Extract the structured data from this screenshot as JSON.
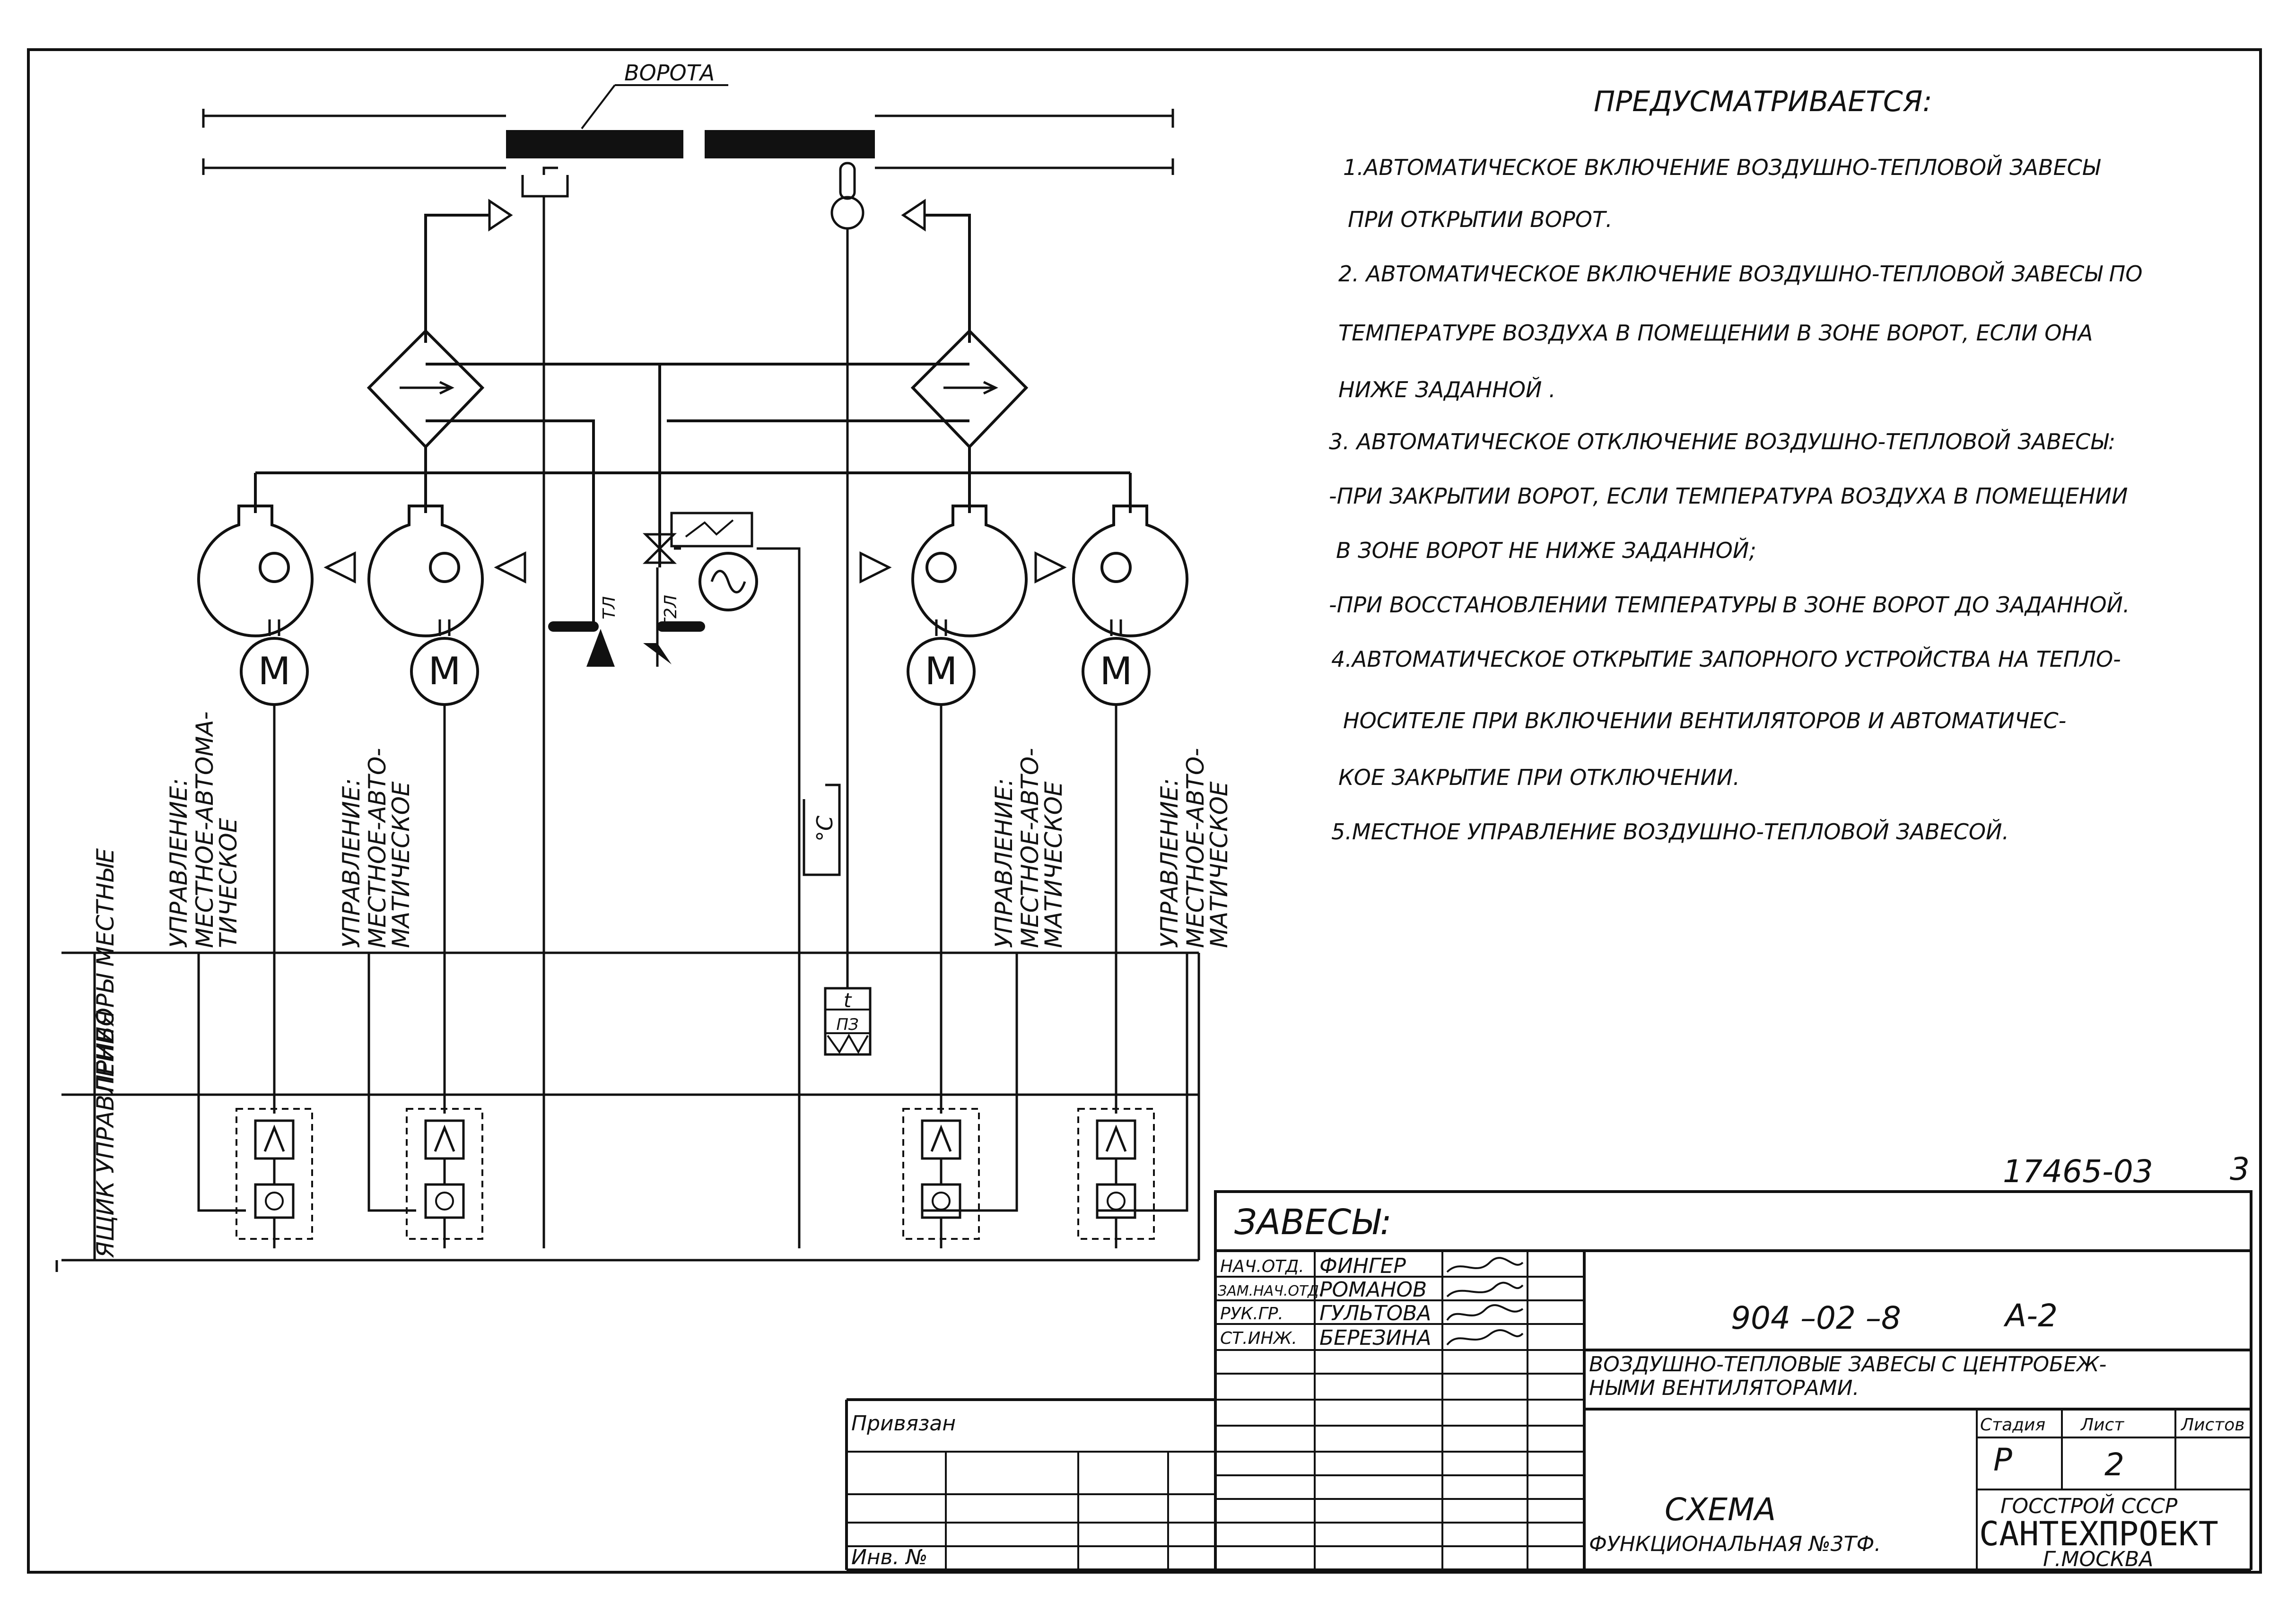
{
  "diagram": {
    "gate_label": "ВОРОТА",
    "thermometer_unit": "°С",
    "relay_symbol": "t",
    "relay_code": "ПЗ",
    "motor_letter": "М",
    "valve_tags": [
      "TЛ",
      "Т2Л"
    ],
    "panel_rows": [
      "ПРИБОРЫ МЕСТНЫЕ",
      "ЯЩИК УПРАВЛЕНИЯ"
    ],
    "control_labels": [
      {
        "line1": "УПРАВЛЕНИЕ:",
        "line2": "МЕСТНОЕ-АВТОМА-",
        "line3": "ТИЧЕСКОЕ"
      },
      {
        "line1": "УПРАВЛЕНИЕ:",
        "line2": "МЕСТНОЕ-АВТО-",
        "line3": "МАТИЧЕСКОЕ"
      },
      {
        "line1": "УПРАВЛЕНИЕ:",
        "line2": "МЕСТНОЕ-АВТО-",
        "line3": "МАТИЧЕСКОЕ"
      },
      {
        "line1": "УПРАВЛЕНИЕ:",
        "line2": "МЕСТНОЕ-АВТО-",
        "line3": "МАТИЧЕСКОЕ"
      }
    ]
  },
  "notes": {
    "heading": "ПРЕДУСМАТРИВАЕТСЯ:",
    "lines": [
      "1.АВТОМАТИЧЕСКОЕ   ВКЛЮЧЕНИЕ ВОЗДУШНО-ТЕПЛОВОЙ ЗАВЕСЫ",
      "ПРИ ОТКРЫТИИ ВОРОТ.",
      "2. АВТОМАТИЧЕСКОЕ  ВКЛЮЧЕНИЕ ВОЗДУШНО-ТЕПЛОВОЙ ЗАВЕСЫ ПО",
      "ТЕМПЕРАТУРЕ  ВОЗДУХА В ПОМЕЩЕНИИ В ЗОНЕ ВОРОТ, ЕСЛИ ОНА",
      "НИЖЕ  ЗАДАННОЙ .",
      "3. АВТОМАТИЧЕСКОЕ  ОТКЛЮЧЕНИЕ ВОЗДУШНО-ТЕПЛОВОЙ ЗАВЕСЫ:",
      "-ПРИ ЗАКРЫТИИ ВОРОТ, ЕСЛИ ТЕМПЕРАТУРА ВОЗДУХА В ПОМЕЩЕНИИ",
      "В ЗОНЕ  ВОРОТ  НЕ  НИЖЕ  ЗАДАННОЙ;",
      "-ПРИ ВОССТАНОВЛЕНИИ  ТЕМПЕРАТУРЫ  В ЗОНЕ ВОРОТ ДО ЗАДАННОЙ.",
      "4.АВТОМАТИЧЕСКОЕ  ОТКРЫТИЕ ЗАПОРНОГО УСТРОЙСТВА НА ТЕПЛО-",
      "НОСИТЕЛЕ   ПРИ ВКЛЮЧЕНИИ ВЕНТИЛЯТОРОВ И АВТОМАТИЧЕС-",
      "КОЕ  ЗАКРЫТИЕ ПРИ   ОТКЛЮЧЕНИИ.",
      "5.МЕСТНОЕ УПРАВЛЕНИЕ ВОЗДУШНО-ТЕПЛОВОЙ ЗАВЕСОЙ."
    ]
  },
  "title_block": {
    "sheet_code": "17465-03",
    "page_number": "3",
    "section": "ЗАВЕСЫ:",
    "project_number": "904 –02 –8",
    "album": "А-2",
    "title": "ВОЗДУШНО-ТЕПЛОВЫЕ ЗАВЕСЫ С ЦЕНТРОБЕЖ-",
    "title_line2": "НЫМИ   ВЕНТИЛЯТОРАМИ.",
    "drawing_name_1": "СХЕМА",
    "drawing_name_2": "ФУНКЦИОНАЛЬНАЯ №3ТФ.",
    "stage_label": "Стадия",
    "sheet_label": "Лист",
    "sheets_label": "Листов",
    "stage_value": "Р",
    "sheet_value": "2",
    "org_1": "ГОССТРОЙ  СССР",
    "org_2": "САНТЕХПРОЕКТ",
    "org_3": "Г.МОСКВА",
    "linked_label": "Привязан",
    "inv_label": "Инв. №",
    "staff": [
      {
        "role": "НАЧ.ОТД.",
        "name": "ФИНГЕР"
      },
      {
        "role": "ЗАМ.НАЧ.ОТД.",
        "name": "РОМАНОВ"
      },
      {
        "role": "РУК.ГР.",
        "name": "ГУЛЬТОВА"
      },
      {
        "role": "СТ.ИНЖ.",
        "name": "БЕРЕЗИНА"
      }
    ]
  }
}
